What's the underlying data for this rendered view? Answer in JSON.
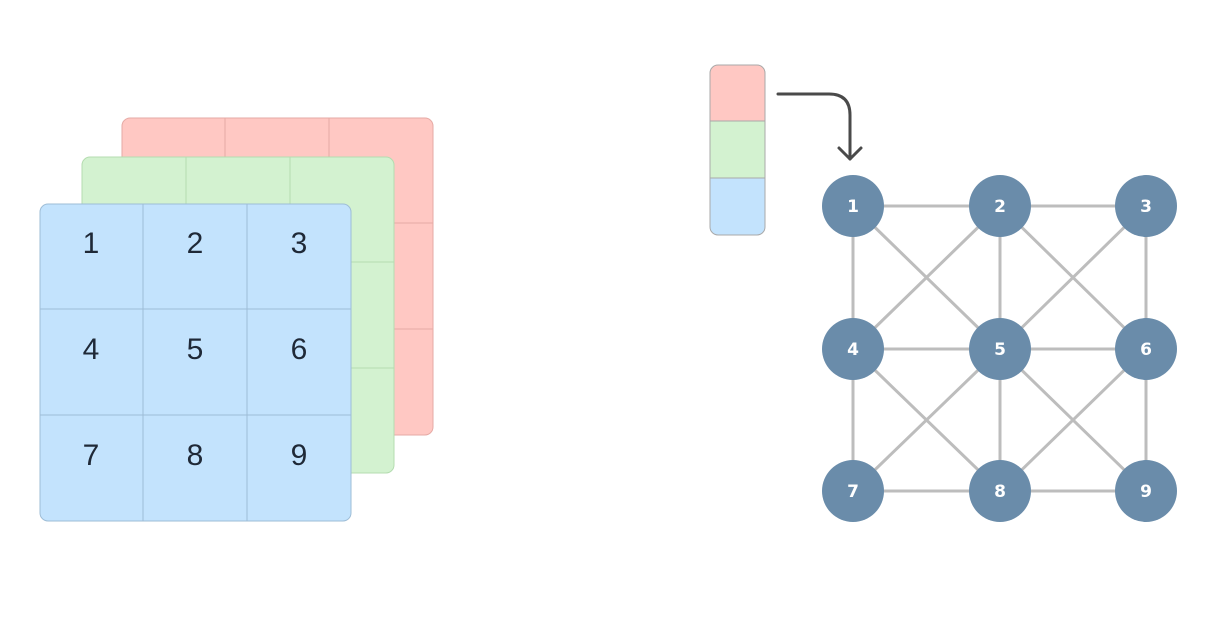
{
  "colors": {
    "red_channel": "#FFC8C3",
    "red_border": "#E6AAA5",
    "green_channel": "#D3F2D0",
    "green_border": "#B4DCB0",
    "blue_channel": "#C3E3FD",
    "blue_border": "#9EBDD6",
    "node_fill": "#6A8CAA",
    "edge": "#BDBDBD",
    "arrow": "#4A4A4A"
  },
  "grid": {
    "cells": [
      "1",
      "2",
      "3",
      "4",
      "5",
      "6",
      "7",
      "8",
      "9"
    ]
  },
  "graph": {
    "nodes": [
      "1",
      "2",
      "3",
      "4",
      "5",
      "6",
      "7",
      "8",
      "9"
    ],
    "edges": [
      [
        "1",
        "2"
      ],
      [
        "2",
        "3"
      ],
      [
        "4",
        "5"
      ],
      [
        "5",
        "6"
      ],
      [
        "7",
        "8"
      ],
      [
        "8",
        "9"
      ],
      [
        "1",
        "4"
      ],
      [
        "4",
        "7"
      ],
      [
        "2",
        "5"
      ],
      [
        "5",
        "8"
      ],
      [
        "3",
        "6"
      ],
      [
        "6",
        "9"
      ],
      [
        "1",
        "5"
      ],
      [
        "2",
        "4"
      ],
      [
        "2",
        "6"
      ],
      [
        "3",
        "5"
      ],
      [
        "4",
        "8"
      ],
      [
        "5",
        "7"
      ],
      [
        "5",
        "9"
      ],
      [
        "6",
        "8"
      ]
    ]
  }
}
